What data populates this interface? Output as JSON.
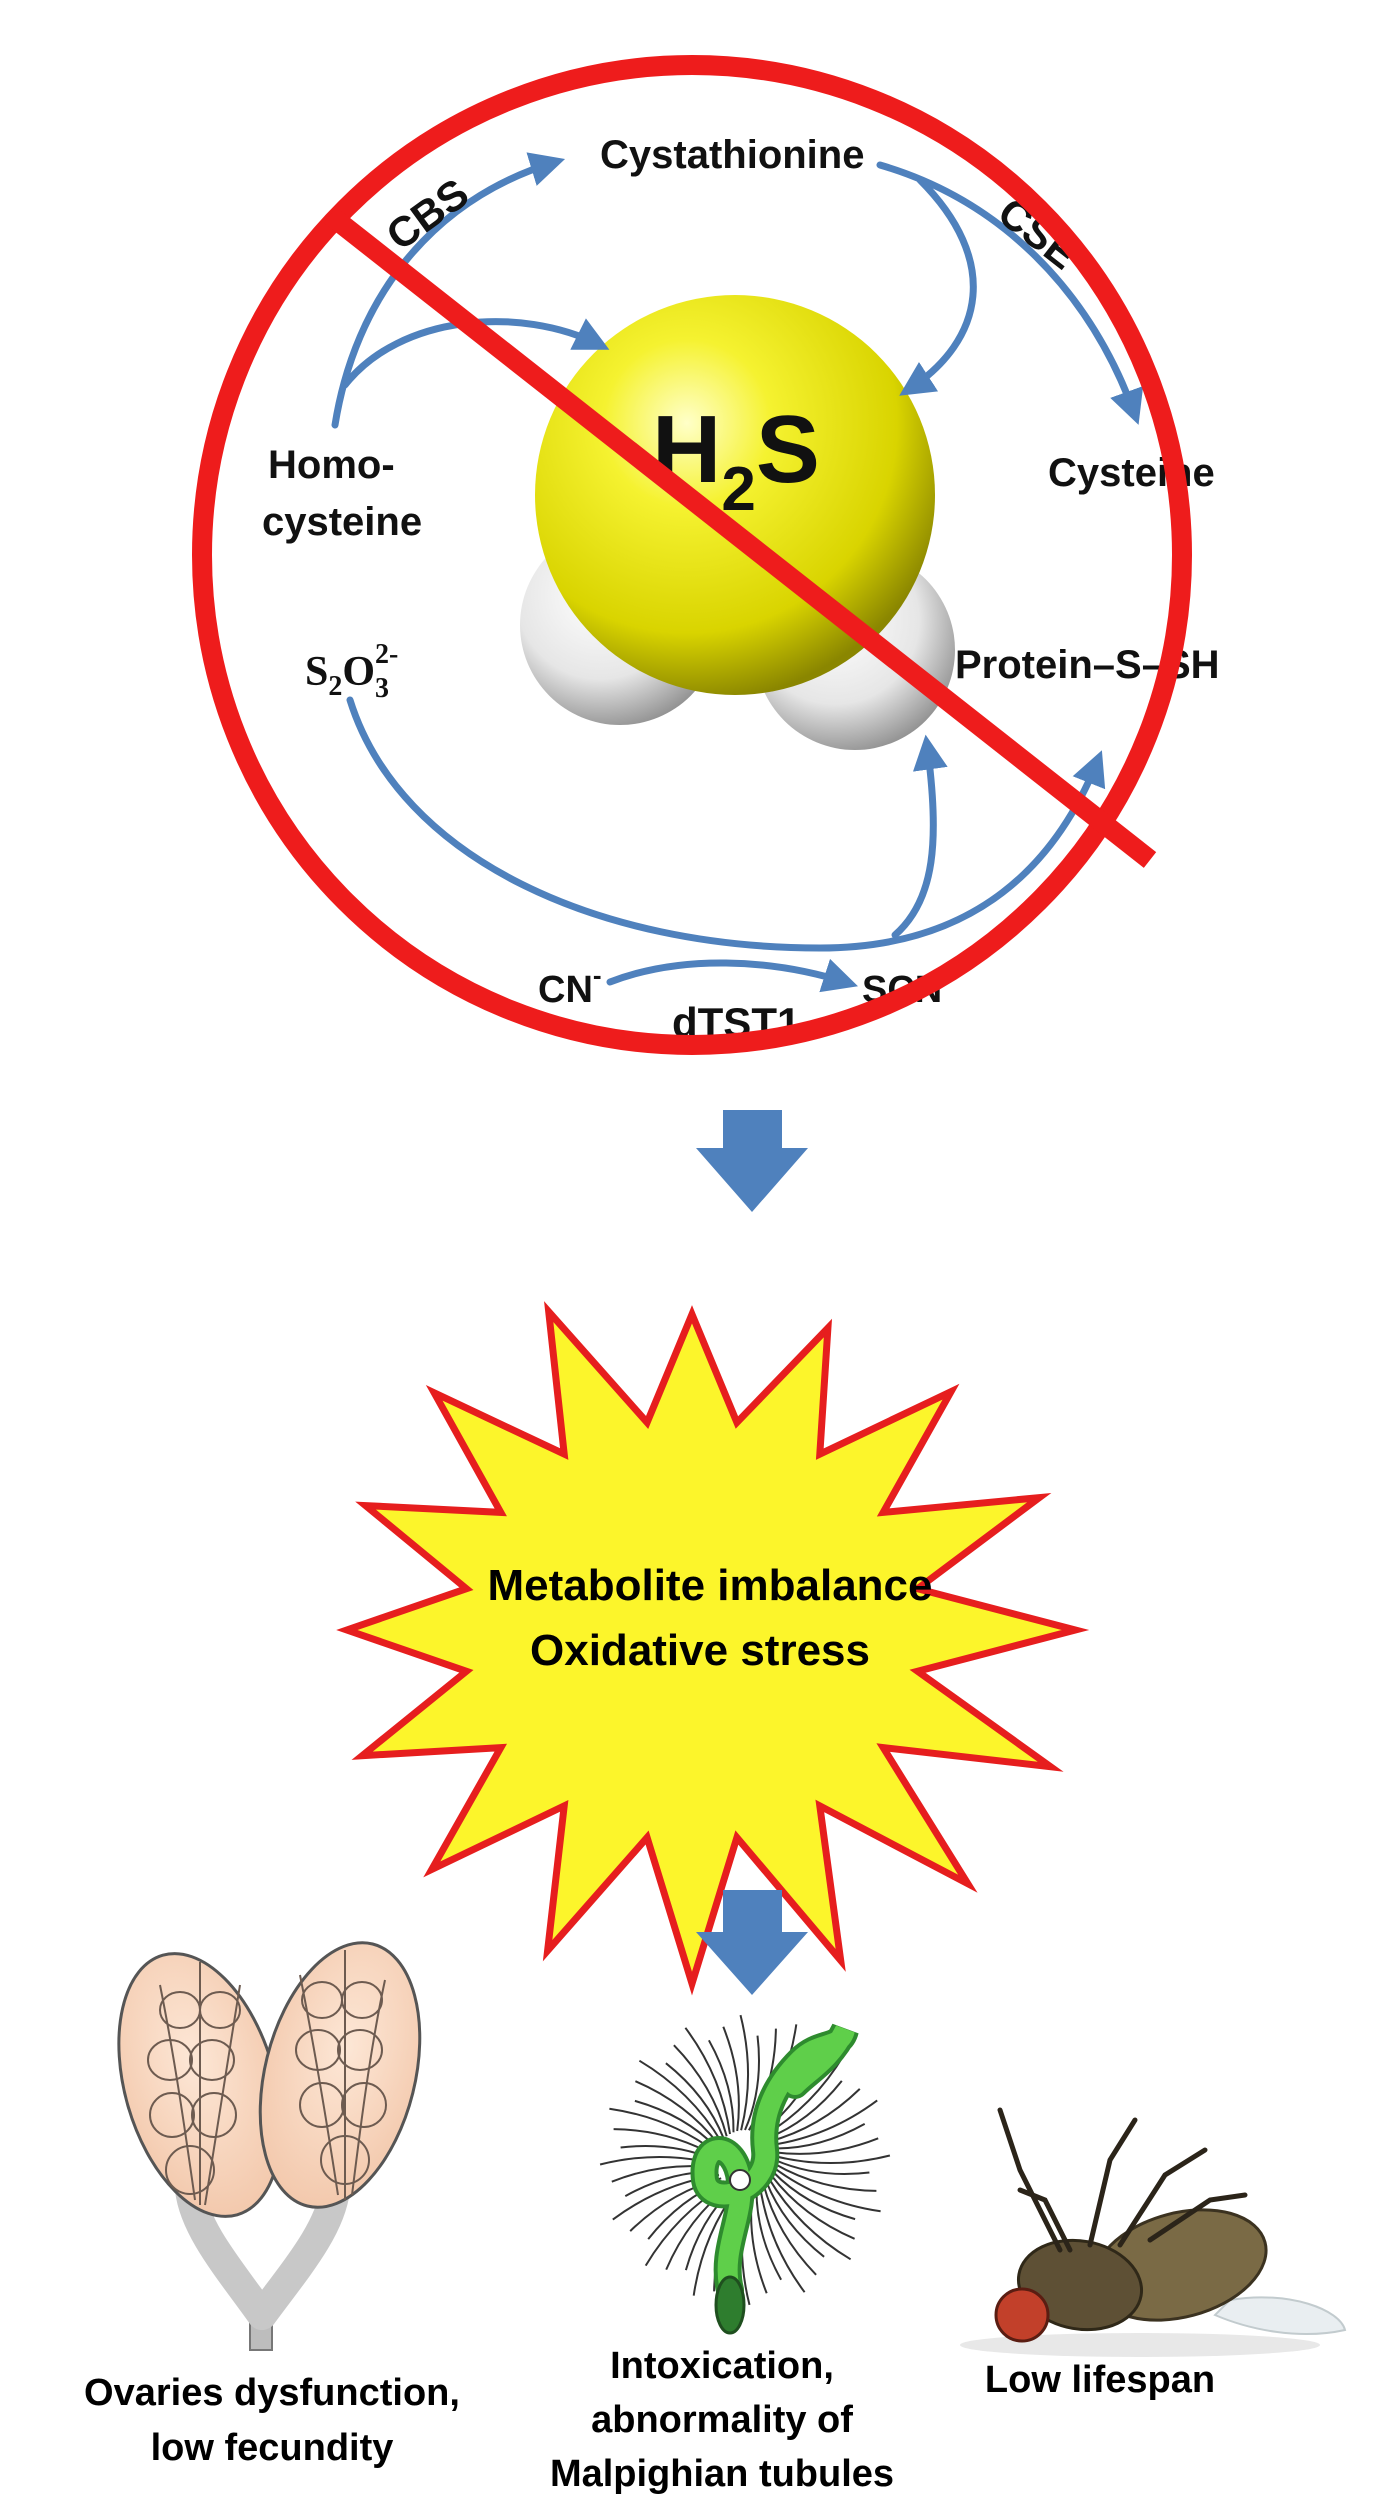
{
  "colors": {
    "prohibition_red": "#ee1c1c",
    "pathway_blue": "#4f81bd",
    "arrow_blue": "#4f81bd",
    "sulfur_yellow": "#f2ef2a",
    "hydrogen_white": "#f0f0f0",
    "star_fill": "#fcf52b",
    "star_border": "#e61e1e"
  },
  "pathway": {
    "cystathionine": "Cystathionine",
    "cbs": "CBS",
    "cse": "CSE",
    "homocysteine_line1": "Homo-",
    "homocysteine_line2": "cysteine",
    "cysteine": "Cysteine",
    "thiosulfate_s": "S",
    "thiosulfate_sub2": "2",
    "thiosulfate_o": "O",
    "thiosulfate_sub3": "3",
    "thiosulfate_charge": "2-",
    "protein_persulfide": "Protein–S–SH",
    "cyanide": "CN",
    "cyanide_charge": "-",
    "thiocyanate": "SCN",
    "thiocyanate_charge": "-",
    "enzyme_dtst1": "dTST1"
  },
  "molecule": {
    "h": "H",
    "sub": "2",
    "s": "S",
    "icon": "h2s-space-filling-molecule"
  },
  "star": {
    "line1": "Metabolite imbalance",
    "line2": "Oxidative stress"
  },
  "outcomes": [
    {
      "icon": "ovaries-icon",
      "lines": [
        "Ovaries dysfunction,",
        "low fecundity"
      ]
    },
    {
      "icon": "malpighian-tubules-icon",
      "lines": [
        "Intoxication,",
        "abnormality of",
        "Malpighian tubules"
      ]
    },
    {
      "icon": "dead-fly-icon",
      "lines": [
        "Low lifespan"
      ]
    }
  ]
}
